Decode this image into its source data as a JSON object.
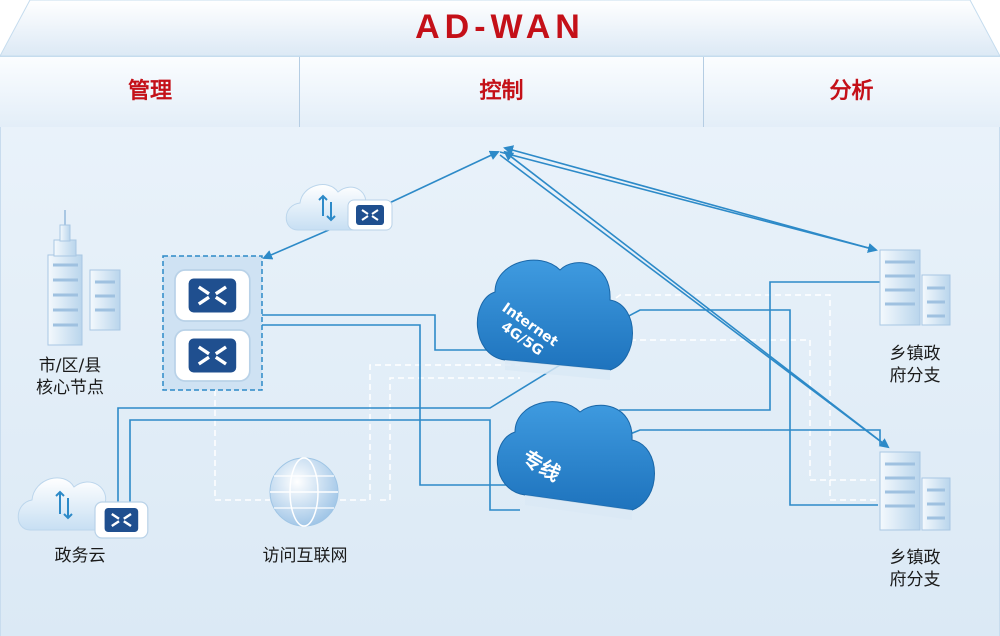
{
  "header": {
    "title": "AD-WAN",
    "functions": [
      "管理",
      "控制",
      "分析"
    ]
  },
  "nodes": {
    "core": {
      "label": "市/区/县\n核心节点"
    },
    "gov_cloud": {
      "label": "政务云"
    },
    "internet_access": {
      "label": "访问互联网"
    },
    "branch_top": {
      "label": "乡镇政\n府分支"
    },
    "branch_bottom": {
      "label": "乡镇政\n府分支"
    }
  },
  "clouds": {
    "internet": {
      "line1": "Internet",
      "line2": "4G/5G"
    },
    "private_line": {
      "label": "专线"
    }
  },
  "colors": {
    "accent_red": "#c41018",
    "line_blue": "#2d8ac8",
    "dashed_white": "#ffffff",
    "cloud_blue": "#2a86cf"
  },
  "icons": [
    "router-icon",
    "cloud-icon",
    "building-icon",
    "skyscraper-icon",
    "globe-icon",
    "arrow-icon"
  ]
}
